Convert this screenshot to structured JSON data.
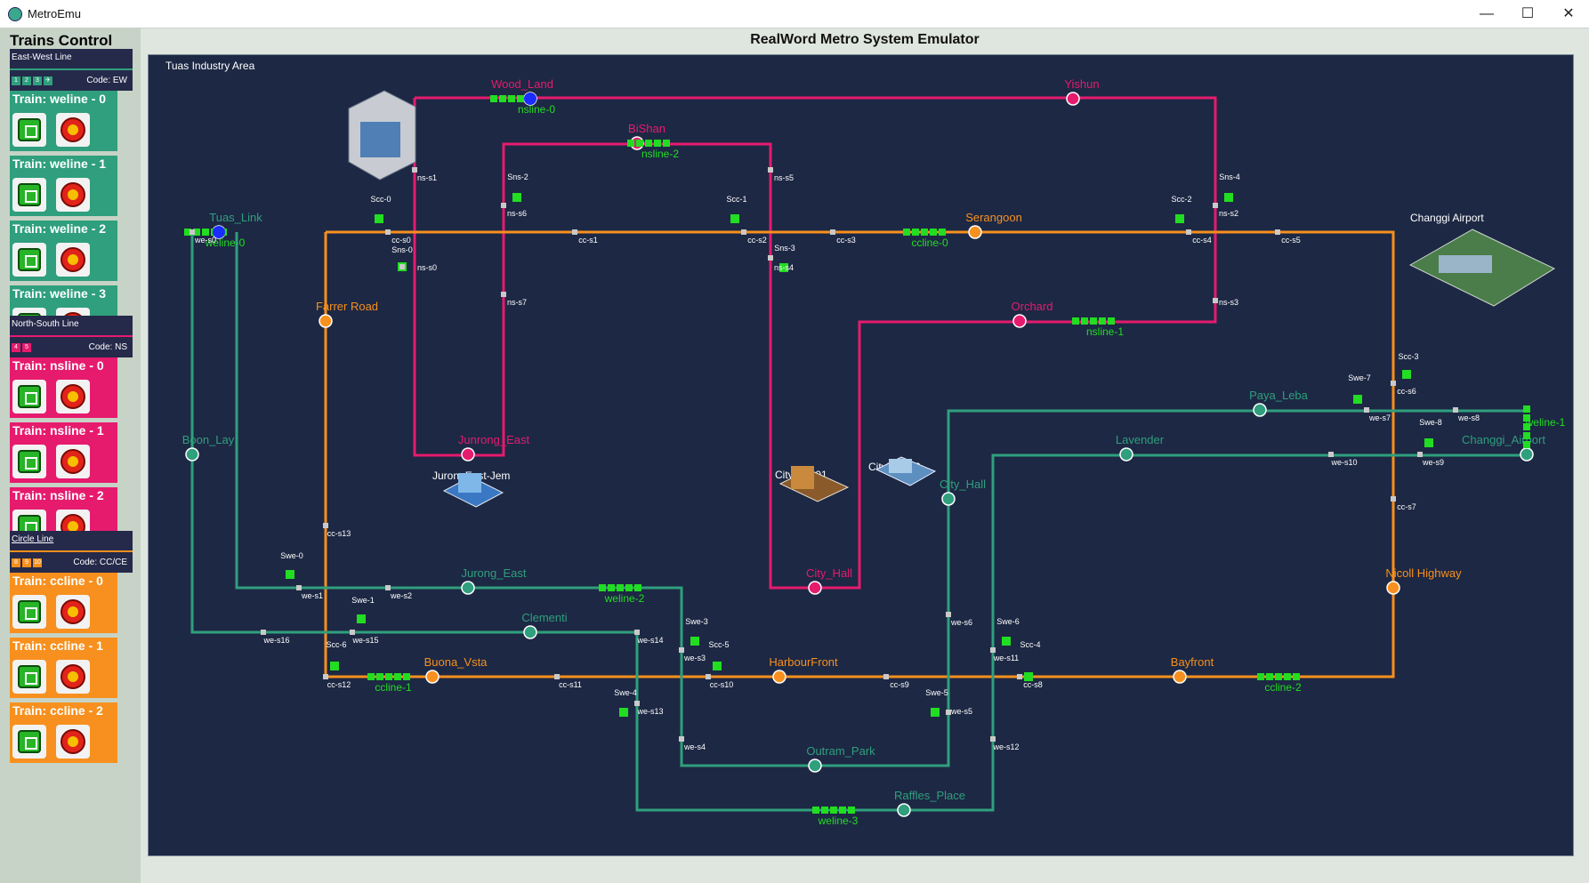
{
  "window": {
    "title": "MetroEmu",
    "minimize_glyph": "—",
    "maximize_glyph": "☐",
    "close_glyph": "✕"
  },
  "sidebar": {
    "title": "Trains Control",
    "lines": [
      {
        "name": "East-West Line",
        "code_label": "Code: EW",
        "color": "#2f9f7d",
        "chips": [
          "1",
          "2",
          "3",
          "✈"
        ],
        "trains": [
          "Train: weline - 0",
          "Train: weline - 1",
          "Train: weline - 2",
          "Train: weline - 3"
        ]
      },
      {
        "name": "North-South Line",
        "code_label": "Code: NS",
        "color": "#e61b6e",
        "chips": [
          "4",
          "5"
        ],
        "trains": [
          "Train: nsline - 0",
          "Train: nsline - 1",
          "Train: nsline - 2"
        ]
      },
      {
        "name": "Circle Line",
        "code_label": "Code: CC/CE",
        "color": "#f7901e",
        "chips": [
          "8",
          "9",
          "10"
        ],
        "trains": [
          "Train: ccline - 0",
          "Train: ccline - 1",
          "Train: ccline - 2"
        ]
      }
    ]
  },
  "main": {
    "title": "RealWord Metro System Emulator"
  },
  "colors": {
    "ew": "#2f9f7d",
    "ns": "#e61b6e",
    "cc": "#f7901e",
    "sensor": "#22dd22",
    "train_blue": "#1a2cff",
    "panel_bg": "#1d2844"
  },
  "map": {
    "landmarks": [
      {
        "label": "Tuas Industry Area"
      },
      {
        "label": "Changgi Airport"
      },
      {
        "label": "JurongEast-Jem"
      },
      {
        "label": "CityHall-01"
      },
      {
        "label": "CityHall-02"
      }
    ],
    "stations": [
      {
        "label": "Wood_Land",
        "line": "ns"
      },
      {
        "label": "Yishun",
        "line": "ns"
      },
      {
        "label": "BiShan",
        "line": "ns"
      },
      {
        "label": "Orchard",
        "line": "ns"
      },
      {
        "label": "Junrong_East",
        "line": "ns"
      },
      {
        "label": "City_Hall",
        "line": "ns"
      },
      {
        "label": "Serangoon",
        "line": "cc"
      },
      {
        "label": "Farrer Road",
        "line": "cc"
      },
      {
        "label": "Buona_Vsta",
        "line": "cc"
      },
      {
        "label": "HarbourFront",
        "line": "cc"
      },
      {
        "label": "Bayfront",
        "line": "cc"
      },
      {
        "label": "Nicoll Highway",
        "line": "cc"
      },
      {
        "label": "Tuas_Link",
        "line": "ew"
      },
      {
        "label": "Boon_Lay",
        "line": "ew"
      },
      {
        "label": "Jurong_East",
        "line": "ew"
      },
      {
        "label": "Clementi",
        "line": "ew"
      },
      {
        "label": "Paya_Leba",
        "line": "ew"
      },
      {
        "label": "Lavender",
        "line": "ew"
      },
      {
        "label": "City_Hall",
        "line": "ew"
      },
      {
        "label": "Changgi_Airport",
        "line": "ew"
      },
      {
        "label": "Outram_Park",
        "line": "ew"
      },
      {
        "label": "Raffles_Place",
        "line": "ew"
      }
    ],
    "trains": [
      {
        "label": "nsline-0"
      },
      {
        "label": "nsline-1"
      },
      {
        "label": "nsline-2"
      },
      {
        "label": "ccline-0"
      },
      {
        "label": "ccline-1"
      },
      {
        "label": "ccline-2"
      },
      {
        "label": "weline-0"
      },
      {
        "label": "weline-1"
      },
      {
        "label": "weline-2"
      },
      {
        "label": "weline-3"
      }
    ],
    "sensors": [
      "Sns-0",
      "Sns-2",
      "Sns-3",
      "Sns-4",
      "Scc-0",
      "Scc-1",
      "Scc-2",
      "Scc-3",
      "Scc-4",
      "Scc-5",
      "Scc-6",
      "Swe-0",
      "Swe-1",
      "Swe-3",
      "Swe-4",
      "Swe-5",
      "Swe-6",
      "Swe-7",
      "Swe-8"
    ],
    "signals": [
      "ns-s0",
      "ns-s1",
      "ns-s2",
      "ns-s3",
      "ns-s4",
      "ns-s5",
      "ns-s6",
      "ns-s7",
      "cc-s0",
      "cc-s1",
      "cc-s2",
      "cc-s3",
      "cc-s4",
      "cc-s5",
      "cc-s6",
      "cc-s7",
      "cc-s8",
      "cc-s9",
      "cc-s10",
      "cc-s11",
      "cc-s12",
      "cc-s13",
      "we-s0",
      "we-s1",
      "we-s2",
      "we-s3",
      "we-s4",
      "we-s5",
      "we-s6",
      "we-s7",
      "we-s8",
      "we-s9",
      "we-s10",
      "we-s11",
      "we-s12",
      "we-s13",
      "we-s14",
      "we-s15",
      "we-s16"
    ]
  }
}
